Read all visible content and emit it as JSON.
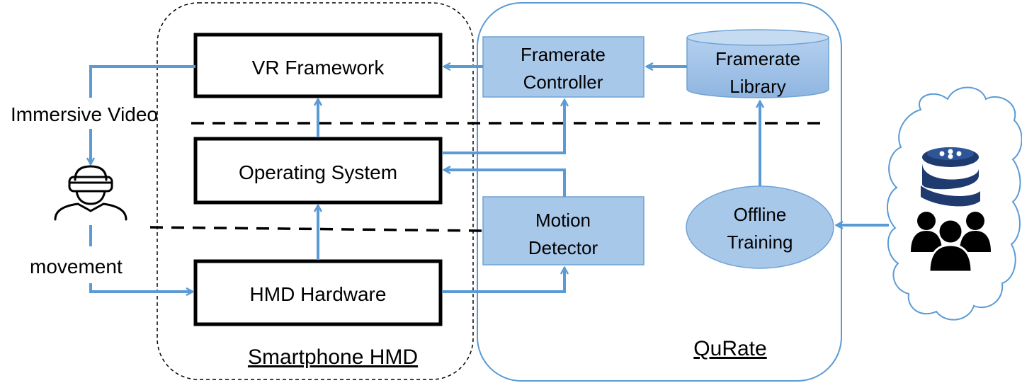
{
  "regions": {
    "smartphone_hmd": "Smartphone HMD",
    "qurate": "QuRate"
  },
  "boxes": {
    "vr_framework": "VR Framework",
    "operating_system": "Operating System",
    "hmd_hardware": "HMD Hardware"
  },
  "components": {
    "framerate_controller": [
      "Framerate",
      "Controller"
    ],
    "framerate_library": [
      "Framerate",
      "Library"
    ],
    "motion_detector": [
      "Motion",
      "Detector"
    ],
    "offline_training": [
      "Offline",
      "Training"
    ]
  },
  "side_labels": {
    "immersive_video": "Immersive Video",
    "movement": "movement"
  },
  "icons": [
    "vr-user-icon",
    "cloud-icon",
    "data-logo-icon",
    "user-group-icon"
  ],
  "colors": {
    "arrow": "#5b9bd5",
    "component_fill": "#a8c8ea",
    "component_stroke": "#6fa3d6",
    "box_stroke": "#000000",
    "qurate_border": "#5b9bd5",
    "logo_navy": "#1f3a6e"
  }
}
